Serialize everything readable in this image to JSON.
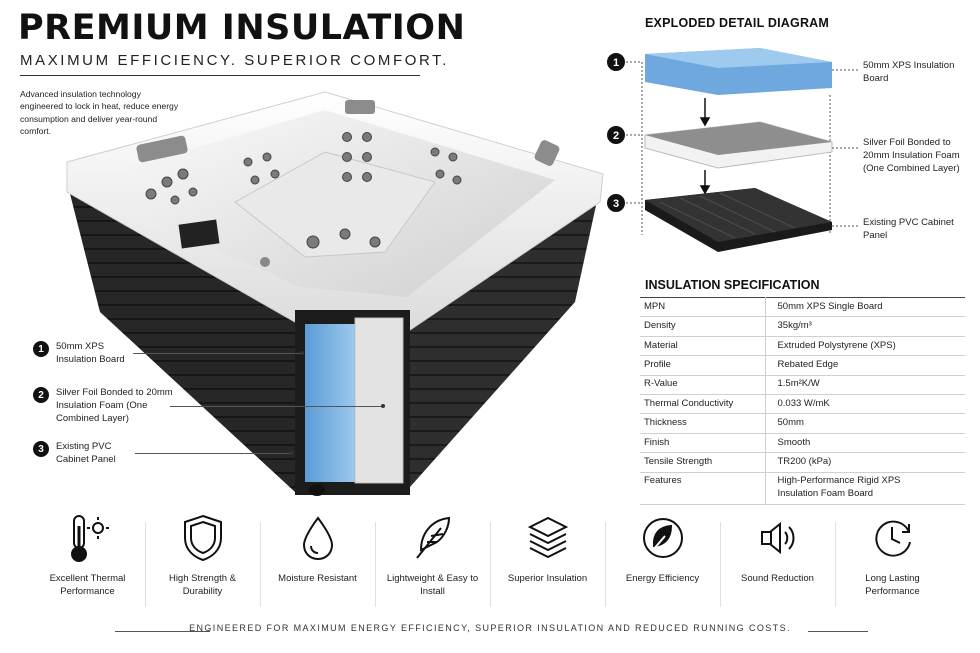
{
  "header": {
    "title": "PREMIUM INSULATION",
    "subtitle": "MAXIMUM EFFICIENCY. SUPERIOR COMFORT.",
    "intro": "Advanced insulation technology engineered to lock in heat, reduce energy consumption and deliver year-round comfort."
  },
  "callouts": [
    {
      "num": "1",
      "label": "50mm XPS Insulation Board"
    },
    {
      "num": "2",
      "label": "Silver Foil Bonded to 20mm Insulation Foam (One Combined Layer)"
    },
    {
      "num": "3",
      "label": "Existing PVC Cabinet Panel"
    }
  ],
  "exploded": {
    "title": "EXPLODED DETAIL DIAGRAM",
    "layers": [
      {
        "num": "1",
        "label": "50mm XPS Insulation Board",
        "color": "#7fb6e6"
      },
      {
        "num": "2",
        "label": "Silver Foil Bonded to 20mm Insulation Foam (One Combined Layer)",
        "color": "#9a9a9a"
      },
      {
        "num": "3",
        "label": "Existing PVC Cabinet Panel",
        "color": "#2b2b2b"
      }
    ]
  },
  "spec": {
    "title": "INSULATION SPECIFICATION",
    "rows": [
      {
        "key": "MPN",
        "value": "50mm XPS Single Board"
      },
      {
        "key": "Density",
        "value": "35kg/m³"
      },
      {
        "key": "Material",
        "value": "Extruded Polystyrene (XPS)"
      },
      {
        "key": "Profile",
        "value": "Rebated Edge"
      },
      {
        "key": "R-Value",
        "value": "1.5m²K/W"
      },
      {
        "key": "Thermal Conductivity",
        "value": "0.033 W/mK"
      },
      {
        "key": "Thickness",
        "value": "50mm"
      },
      {
        "key": "Finish",
        "value": "Smooth"
      },
      {
        "key": "Tensile Strength",
        "value": "TR200 (kPa)"
      },
      {
        "key": "Features",
        "value": "High-Performance Rigid XPS Insulation Foam Board"
      }
    ]
  },
  "features": [
    {
      "icon": "thermometer-sun-icon",
      "label": "Excellent Thermal Performance"
    },
    {
      "icon": "shield-icon",
      "label": "High Strength & Durability"
    },
    {
      "icon": "water-drop-icon",
      "label": "Moisture Resistant"
    },
    {
      "icon": "feather-icon",
      "label": "Lightweight & Easy to Install"
    },
    {
      "icon": "layers-icon",
      "label": "Superior Insulation"
    },
    {
      "icon": "leaf-circle-icon",
      "label": "Energy Efficiency"
    },
    {
      "icon": "speaker-sound-icon",
      "label": "Sound Reduction"
    },
    {
      "icon": "clock-icon",
      "label": "Long Lasting Performance"
    }
  ],
  "footer": "ENGINEERED FOR MAXIMUM ENERGY EFFICIENCY, SUPERIOR INSULATION AND REDUCED RUNNING COSTS.",
  "colors": {
    "xps_blue": "#7fb6e6",
    "cabinet": "#2b2b2b",
    "shell": "#f4f4f4",
    "text": "#111111"
  }
}
